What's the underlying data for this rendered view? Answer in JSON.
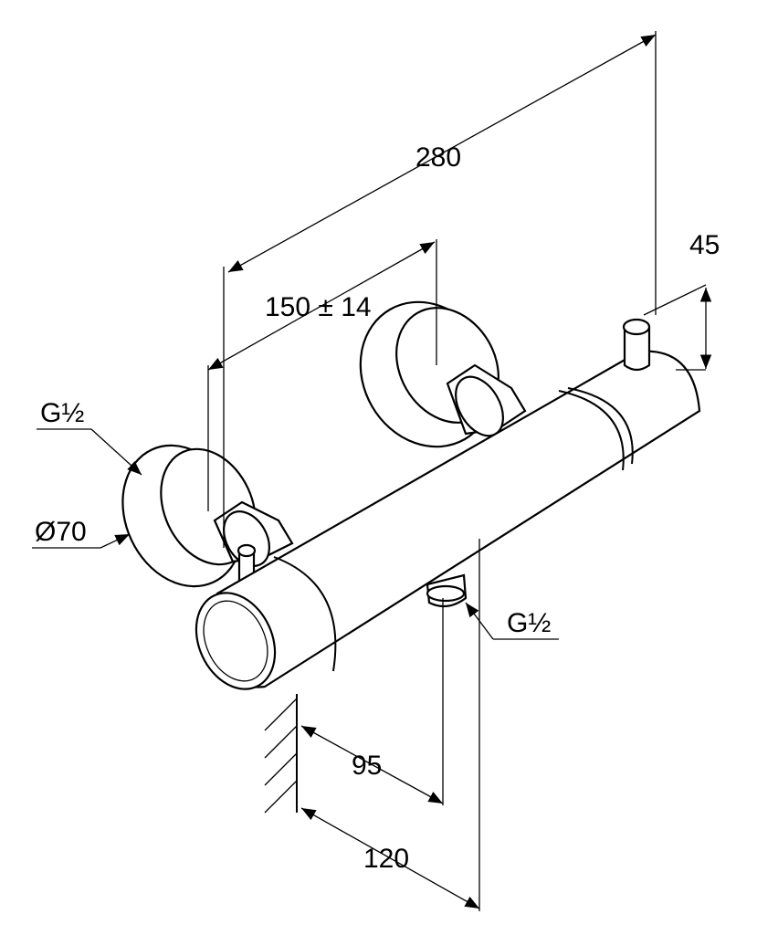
{
  "drawing": {
    "dimensions": {
      "overall_length": "280",
      "height": "45",
      "center_distance": "150 ± 14",
      "depth_outlet": "95",
      "depth_total": "120"
    },
    "callouts": {
      "inlet_thread": "G½",
      "rosette_diameter": "Ø70",
      "outlet_thread": "G½"
    }
  }
}
